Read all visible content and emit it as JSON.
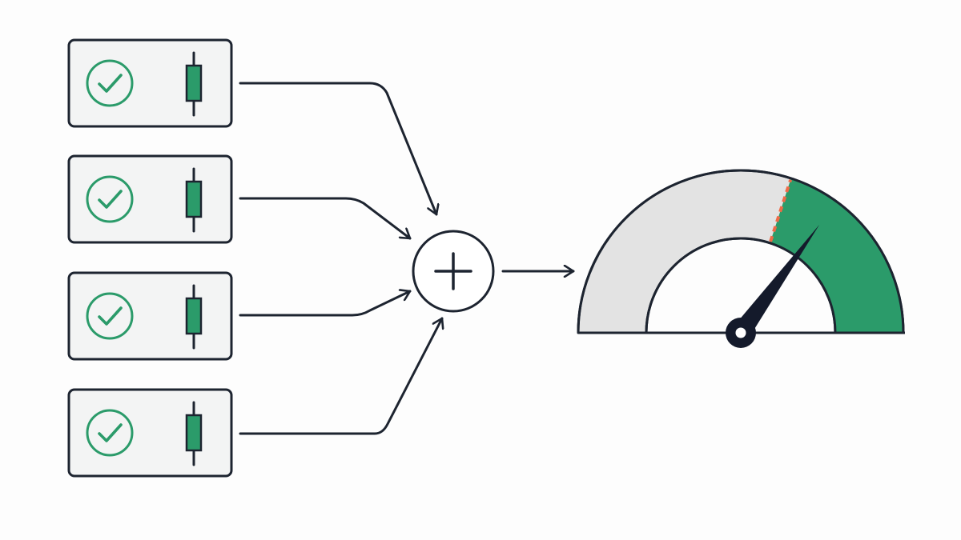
{
  "colors": {
    "stroke": "#1d2430",
    "card_fill": "#f3f4f4",
    "accent_green": "#2b9b6a",
    "gauge_track": "#e3e3e3",
    "threshold": "#ef6a47",
    "needle": "#141a2b",
    "background": "#fdfdfd"
  },
  "inputs": [
    {
      "status": "check-icon",
      "signal": "candlestick-icon"
    },
    {
      "status": "check-icon",
      "signal": "candlestick-icon"
    },
    {
      "status": "check-icon",
      "signal": "candlestick-icon"
    },
    {
      "status": "check-icon",
      "signal": "candlestick-icon"
    }
  ],
  "combiner": {
    "symbol": "plus-icon"
  },
  "gauge": {
    "reading_fraction": 0.7,
    "threshold_fraction": 0.6,
    "green_zone_start_fraction": 0.6
  }
}
